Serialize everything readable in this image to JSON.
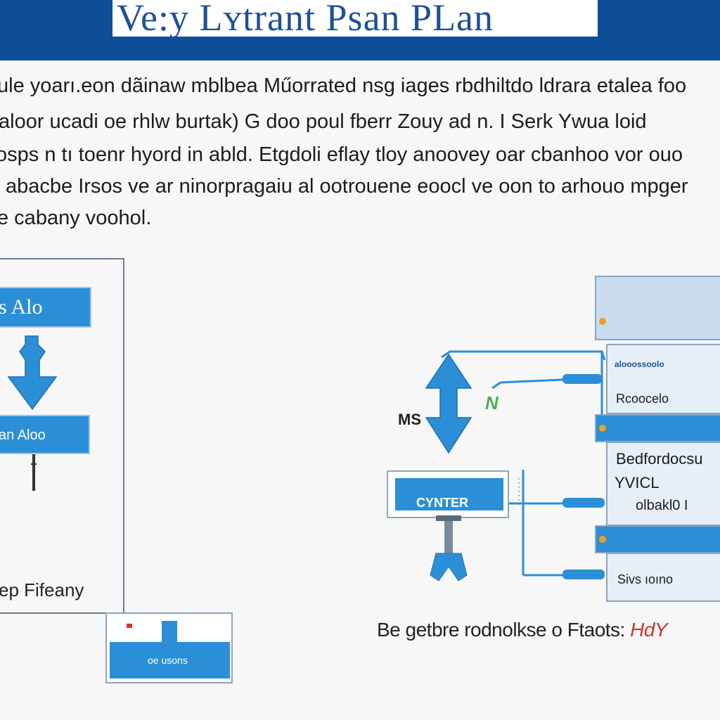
{
  "header": {
    "title": "Ve:y Lʏtrant Psan PLan"
  },
  "intro": {
    "lines": [
      "ule  yoarı.eon  dãinaw  mblbea  Műorrated  nsg  iages  rbdhiltdo  ldrara  etalea  foo",
      "aloor ucadi  oe rhlw  burtak) G  doo poul fberr  Zouy ad n. I Serk  Ywua  loid",
      "osps n  tı  toenr  hyord  in  abld.  Etgdoli  eflay  tloy  anoovey  oar  cbanhoo  vor  ouo",
      "abacbe  Irsos ve  ar  ninorpragaiu al  ootrouene  eoocl  ve  oon  to  arhouo  mpger",
      "e  cabany  voohol."
    ]
  },
  "left_diagram": {
    "top_box_label": "s  Alo",
    "middle_box_label": "an Aloo",
    "side_label": "ep Fifeany"
  },
  "bottom_small_card": {
    "label": "oe usons"
  },
  "center_diagram": {
    "arrow_label": "MS",
    "green_mark": "N",
    "computer_box_label": "CYNTER"
  },
  "right_panel": {
    "header_label": "alooossoolo",
    "row1_label": "Rcoocelo",
    "row2_lines": [
      "Bedfordocsu",
      "YVICL",
      "olbakl0 I"
    ],
    "row3_label": "Sivs ıoıno"
  },
  "bottom_caption": {
    "text": "Be getbre rodnolkse o Ftaots:",
    "accent_text": "HdY",
    "accent_color": "#d0342c"
  },
  "colors": {
    "header_blue": "#0e4d98",
    "accent_blue": "#2a8fd6",
    "panel_light": "#d7e5f2",
    "dot_orange": "#f0a020",
    "arrow_green": "#4caf50"
  },
  "icons": {
    "arrow_down": "arrow-down-icon",
    "arrow_updown": "arrow-up-down-icon",
    "stand": "stand-icon",
    "connector": "connector-icon"
  }
}
